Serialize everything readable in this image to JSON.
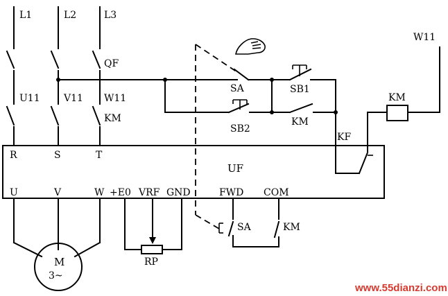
{
  "labels": {
    "l1": "L1",
    "l2": "L2",
    "l3": "L3",
    "qf": "QF",
    "u11": "U11",
    "v11": "V11",
    "w11_left": "W11",
    "km_main": "KM",
    "sa_top": "SA",
    "sb1": "SB1",
    "sb2": "SB2",
    "km_aux": "KM",
    "w11_right": "W11",
    "km_coil": "KM",
    "kf": "KF",
    "uf": "UF",
    "r": "R",
    "s": "S",
    "t": "T",
    "u": "U",
    "v": "V",
    "w": "W",
    "e0": "+E0",
    "vrf": "VRF",
    "gnd": "GND",
    "fwd": "FWD",
    "com": "COM",
    "sa_bottom": "SA",
    "km_bottom": "KM",
    "rp": "RP",
    "motor_m": "M",
    "motor_phase": "3~"
  },
  "watermark": "www.55dianzi.com",
  "colors": {
    "line": "#000000",
    "watermark": "#d63a2f"
  }
}
